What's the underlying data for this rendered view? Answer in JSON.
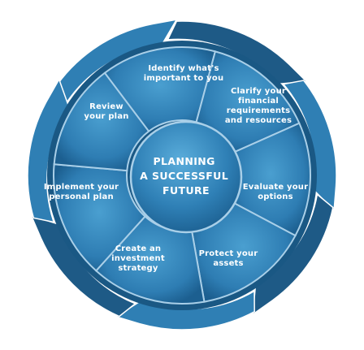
{
  "center": {
    "lines": [
      "PLANNING",
      "A SUCCESSFUL",
      "FUTURE"
    ]
  },
  "steps": [
    {
      "lines": [
        "Identify what's",
        "important to you"
      ]
    },
    {
      "lines": [
        "Clarify your",
        "financial",
        "requirements",
        "and resources"
      ]
    },
    {
      "lines": [
        "Evaluate your",
        "options"
      ]
    },
    {
      "lines": [
        "Protect your",
        "assets"
      ]
    },
    {
      "lines": [
        "Create an",
        "investment",
        "strategy"
      ]
    },
    {
      "lines": [
        "Implement your",
        "personal plan"
      ]
    },
    {
      "lines": [
        "Review",
        "your plan"
      ]
    }
  ],
  "colors": {
    "arrow_dark": "#1e5a86",
    "arrow_light": "#2f7fb4",
    "segment_light": "#3f92c6",
    "segment_dark": "#1c5f90",
    "hub_light": "#4a9fd0",
    "hub_dark": "#1d6496",
    "divider": "#a9cfe8"
  }
}
